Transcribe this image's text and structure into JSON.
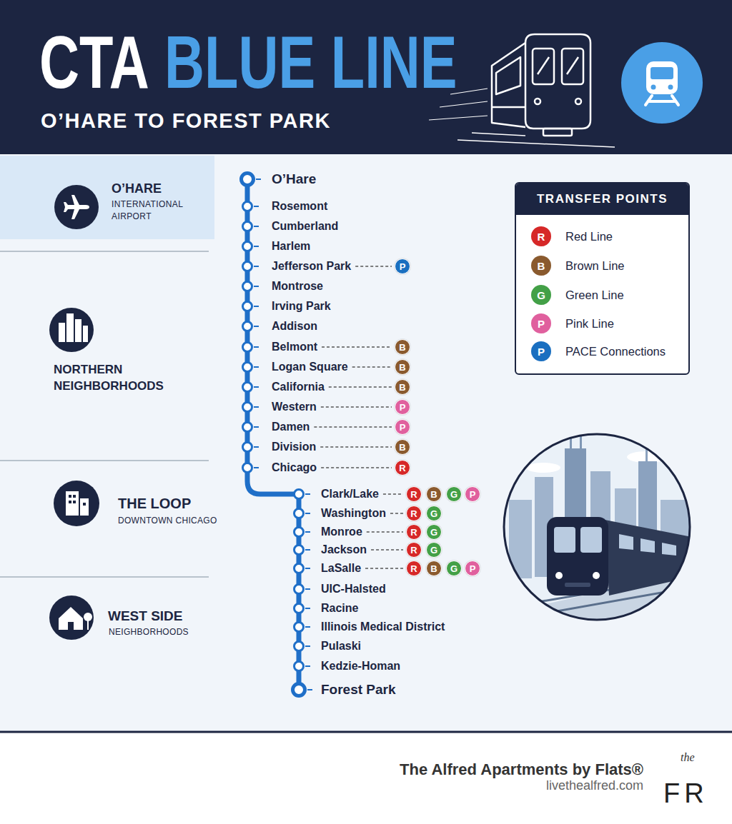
{
  "diagram": {
    "nodes": [
      {
        "text": [
          "O’HARE",
          "INTERNATIONAL AIRPORT"
        ]
      },
      {
        "text": [
          "O’Hare"
        ]
      },
      {
        "text": [
          "Rosemont"
        ]
      },
      {
        "text": [
          "Cumberland"
        ]
      },
      {
        "text": [
          "Harlem"
        ]
      },
      {
        "text": [
          "Jefferson Park"
        ]
      },
      {
        "text": [
          "P"
        ]
      },
      {
        "text": [
          "Montrose"
        ]
      },
      {
        "text": [
          "Irving Park"
        ]
      },
      {
        "text": [
          "Addison"
        ]
      },
      {
        "text": [
          "Belmont"
        ]
      },
      {
        "text": [
          "B"
        ]
      },
      {
        "text": [
          "Logan Square"
        ]
      },
      {
        "text": [
          "B"
        ]
      },
      {
        "text": [
          "California"
        ]
      },
      {
        "text": [
          "B"
        ]
      },
      {
        "text": [
          "Western"
        ]
      },
      {
        "text": [
          "P"
        ]
      },
      {
        "text": [
          "Damen"
        ]
      },
      {
        "text": [
          "P"
        ]
      },
      {
        "text": [
          "Division"
        ]
      },
      {
        "text": [
          "B"
        ]
      },
      {
        "text": [
          "Chicago"
        ]
      },
      {
        "text": [
          "R"
        ]
      },
      {
        "text": [
          "Clark/Lake"
        ]
      },
      {
        "text": [
          "R"
        ]
      },
      {
        "text": [
          "B"
        ]
      },
      {
        "text": [
          "G"
        ]
      },
      {
        "text": [
          "P"
        ]
      },
      {
        "text": [
          "Washington"
        ]
      },
      {
        "text": [
          "R"
        ]
      },
      {
        "text": [
          "G"
        ]
      },
      {
        "text": [
          "Monroe"
        ]
      },
      {
        "text": [
          "R"
        ]
      },
      {
        "text": [
          "G"
        ]
      },
      {
        "text": [
          "Jackson"
        ]
      },
      {
        "text": [
          "R"
        ]
      },
      {
        "text": [
          "G"
        ]
      },
      {
        "text": [
          "LaSalle"
        ]
      },
      {
        "text": [
          "R"
        ]
      },
      {
        "text": [
          "B"
        ]
      },
      {
        "text": [
          "G"
        ]
      },
      {
        "text": [
          "P"
        ]
      },
      {
        "text": [
          "UIC-Halsted"
        ]
      },
      {
        "text": [
          "Racine"
        ]
      },
      {
        "text": [
          "Illinois Medical District"
        ]
      },
      {
        "text": [
          "Pulaski"
        ]
      },
      {
        "text": [
          "Kedzie-Homan"
        ]
      },
      {
        "text": [
          "Forest Park"
        ]
      }
    ],
    "edges": [
      {
        "from": 1,
        "to": 2,
        "arrow": "none"
      },
      {
        "from": 2,
        "to": 3,
        "arrow": "none"
      },
      {
        "from": 3,
        "to": 4,
        "arrow": "none"
      },
      {
        "from": 4,
        "to": 5,
        "arrow": "none"
      },
      {
        "from": 5,
        "to": 7,
        "arrow": "none"
      },
      {
        "from": 7,
        "to": 8,
        "arrow": "none"
      },
      {
        "from": 8,
        "to": 9,
        "arrow": "none"
      },
      {
        "from": 9,
        "to": 10,
        "arrow": "none"
      },
      {
        "from": 10,
        "to": 12,
        "arrow": "none"
      },
      {
        "from": 12,
        "to": 14,
        "arrow": "none"
      },
      {
        "from": 14,
        "to": 16,
        "arrow": "none"
      },
      {
        "from": 16,
        "to": 18,
        "arrow": "none"
      },
      {
        "from": 18,
        "to": 20,
        "arrow": "none"
      },
      {
        "from": 20,
        "to": 22,
        "arrow": "none"
      },
      {
        "from": 22,
        "to": 24,
        "arrow": "none"
      },
      {
        "from": 24,
        "to": 29,
        "arrow": "none"
      },
      {
        "from": 29,
        "to": 32,
        "arrow": "none"
      },
      {
        "from": 32,
        "to": 35,
        "arrow": "none"
      },
      {
        "from": 35,
        "to": 38,
        "arrow": "none"
      },
      {
        "from": 38,
        "to": 43,
        "arrow": "none"
      },
      {
        "from": 43,
        "to": 44,
        "arrow": "none"
      },
      {
        "from": 44,
        "to": 45,
        "arrow": "none"
      },
      {
        "from": 45,
        "to": 46,
        "arrow": "none"
      },
      {
        "from": 46,
        "to": 47,
        "arrow": "none"
      },
      {
        "from": 47,
        "to": 48,
        "arrow": "none"
      },
      {
        "from": 5,
        "to": 6,
        "arrow": "none"
      },
      {
        "from": 10,
        "to": 11,
        "arrow": "none"
      },
      {
        "from": 12,
        "to": 13,
        "arrow": "none"
      },
      {
        "from": 14,
        "to": 15,
        "arrow": "none"
      },
      {
        "from": 16,
        "to": 17,
        "arrow": "none"
      },
      {
        "from": 18,
        "to": 19,
        "arrow": "none"
      },
      {
        "from": 20,
        "to": 21,
        "arrow": "none"
      },
      {
        "from": 22,
        "to": 23,
        "arrow": "none"
      },
      {
        "from": 24,
        "to": 25,
        "arrow": "none"
      },
      {
        "from": 29,
        "to": 30,
        "arrow": "none"
      },
      {
        "from": 32,
        "to": 33,
        "arrow": "none"
      },
      {
        "from": 35,
        "to": 36,
        "arrow": "none"
      },
      {
        "from": 38,
        "to": 39,
        "arrow": "none"
      }
    ],
    "labels": [
      "CTA",
      "BLUE LINE",
      "O’HARE TO FOREST PARK",
      "NORTHERN NEIGHBORHOODS",
      "THE LOOP",
      "DOWNTOWN CHICAGO",
      "WEST SIDE",
      "NEIGHBORHOODS",
      "TRANSFER POINTS",
      "R",
      "B",
      "G",
      "P",
      "P",
      "The Alfred Apartments by Flats®",
      "livethealfred.com",
      "the",
      "FR"
    ],
    "legend": [
      {
        "text": "Red Line",
        "color": "#d62828"
      },
      {
        "text": "Brown Line",
        "color": "#8a5a2e"
      },
      {
        "text": "Green Line",
        "color": "#43a047"
      },
      {
        "text": "Pink Line",
        "color": "#e0609e"
      },
      {
        "text": "PACE Connections",
        "color": "#1a6fc0"
      }
    ]
  }
}
